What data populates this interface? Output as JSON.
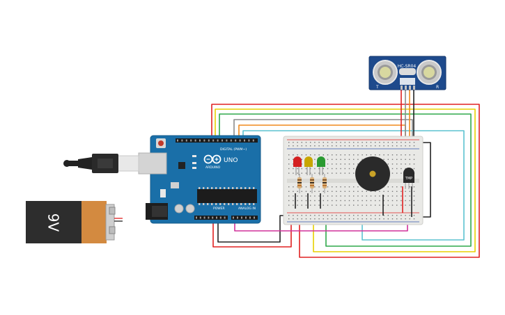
{
  "sensor": {
    "model": "HC-SR04",
    "left_mark": "T",
    "right_mark": "R"
  },
  "arduino": {
    "brand": "ARDUINO",
    "model": "UNO",
    "digital_label": "DIGITAL (PWM~)",
    "power_label": "POWER",
    "analog_label": "ANALOG IN"
  },
  "battery": {
    "label": "9V"
  },
  "temp_sensor": {
    "label": "TMP"
  },
  "colors": {
    "red": "#e02020",
    "yellow": "#e8d000",
    "green": "#2fa84a",
    "gray": "#8a8a8a",
    "orange": "#f08a1c",
    "cyan": "#5bc2d0",
    "magenta": "#d0309a",
    "black": "#222222",
    "board": "#1a6fa8",
    "led_red": "#d42020",
    "led_yellow": "#c8a600",
    "led_green": "#2a9a30"
  }
}
